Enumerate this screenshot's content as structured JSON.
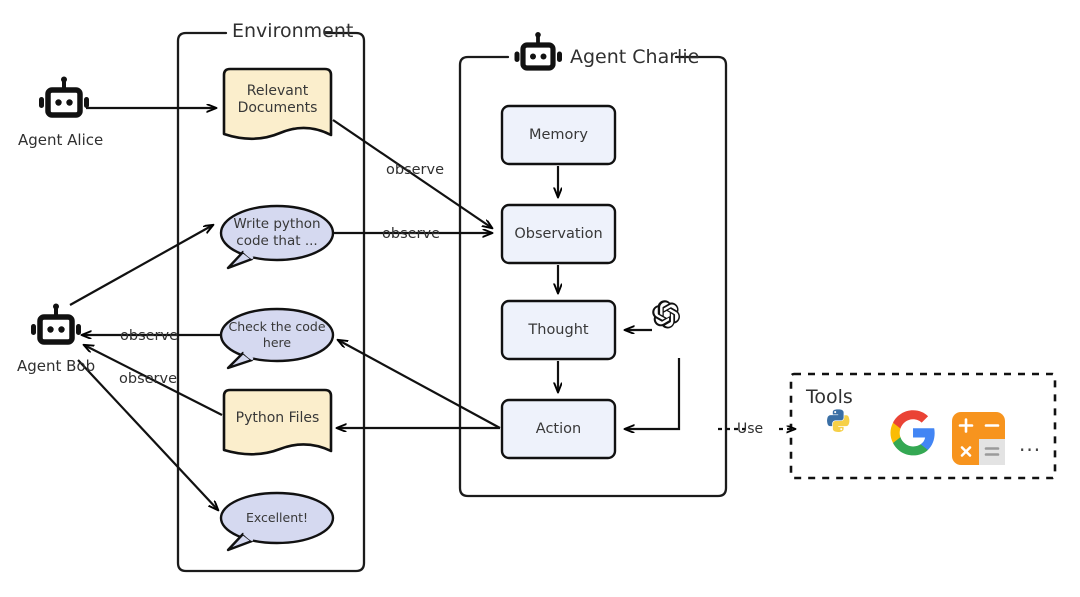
{
  "diagram": {
    "title_hidden": "",
    "containers": [
      {
        "id": "environment",
        "label": "Environment"
      },
      {
        "id": "agent-charlie",
        "label": "Agent Charlie"
      },
      {
        "id": "tools",
        "label": "Tools"
      }
    ]
  },
  "actors": [
    {
      "id": "agent-alice",
      "label": "Agent Alice",
      "icon": "robot-icon"
    },
    {
      "id": "agent-bob",
      "label": "Agent Bob",
      "icon": "robot-icon"
    }
  ],
  "environment": {
    "label": "Environment",
    "items": [
      {
        "id": "relevant-documents",
        "label": "Relevant\nDocuments",
        "shape": "document",
        "fill": "#fbeecc"
      },
      {
        "id": "write-python-code",
        "label": "Write python\ncode that ...",
        "shape": "speech-bubble",
        "fill": "#d5d9f0"
      },
      {
        "id": "check-the-code-here",
        "label": "Check the code\nhere",
        "shape": "speech-bubble",
        "fill": "#d5d9f0"
      },
      {
        "id": "python-files",
        "label": "Python Files",
        "shape": "document",
        "fill": "#fbeecc"
      },
      {
        "id": "excellent",
        "label": "Excellent!",
        "shape": "speech-bubble",
        "fill": "#d5d9f0"
      }
    ]
  },
  "agent_charlie": {
    "label": "Agent Charlie",
    "icon": "robot-icon",
    "steps": [
      {
        "id": "memory",
        "label": "Memory",
        "fill": "#eef2fb"
      },
      {
        "id": "observation",
        "label": "Observation",
        "fill": "#eef2fb"
      },
      {
        "id": "thought",
        "label": "Thought",
        "fill": "#eef2fb"
      },
      {
        "id": "action",
        "label": "Action",
        "fill": "#eef2fb"
      }
    ],
    "model_icon": "openai-logo-icon"
  },
  "tools": {
    "label": "Tools",
    "items": [
      {
        "id": "python-tool",
        "icon": "python-logo-icon"
      },
      {
        "id": "google-tool",
        "icon": "google-logo-icon"
      },
      {
        "id": "calculator-tool",
        "icon": "calculator-icon"
      },
      {
        "id": "more-tools",
        "icon": "ellipsis-icon",
        "label": "..."
      }
    ]
  },
  "edge_labels": [
    {
      "id": "observe-1",
      "text": "observe"
    },
    {
      "id": "observe-2",
      "text": "observe"
    },
    {
      "id": "observe-3",
      "text": "observe"
    },
    {
      "id": "observe-4",
      "text": "observe"
    },
    {
      "id": "use",
      "text": "Use"
    }
  ],
  "colors": {
    "document_fill": "#fbeecc",
    "bubble_fill": "#d5d9f0",
    "step_fill": "#eef2fb",
    "stroke": "#000000",
    "text": "#383838",
    "python_blue": "#3a6fa5",
    "python_yellow": "#f6d048",
    "google_blue": "#4285f4",
    "google_red": "#ea4335",
    "google_yellow": "#fbbc05",
    "google_green": "#34a853",
    "calc_orange": "#f7941e",
    "calc_grey": "#e3e3e3"
  }
}
